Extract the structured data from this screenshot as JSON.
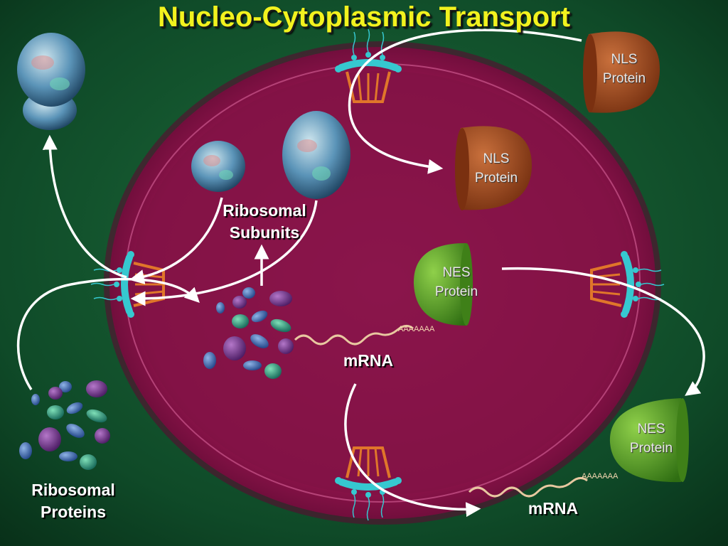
{
  "title": "Nucleo-Cytoplasmic Transport",
  "labels": {
    "ribosomal_subunits_line1": "Ribosomal",
    "ribosomal_subunits_line2": "Subunits",
    "ribosomal_proteins_line1": "Ribosomal",
    "ribosomal_proteins_line2": "Proteins",
    "mrna_inner": "mRNA",
    "mrna_outer": "mRNA",
    "polya_inner": "AAAAAAA",
    "polya_outer": "AAAAAAA"
  },
  "proteins": {
    "nls_outer_line1": "NLS",
    "nls_outer_line2": "Protein",
    "nls_inner_line1": "NLS",
    "nls_inner_line2": "Protein",
    "nes_inner_line1": "NES",
    "nes_inner_line2": "Protein",
    "nes_outer_line1": "NES",
    "nes_outer_line2": "Protein"
  },
  "colors": {
    "background": "#0f4a28",
    "nucleus": "#9a1a55",
    "nucleoplasm": "#861446",
    "title": "#f2f21e",
    "nls_protein": "#a24a1e",
    "nes_protein": "#5fa82a",
    "pore_ring": "#36c8d0",
    "pore_basket": "#e0762a"
  }
}
